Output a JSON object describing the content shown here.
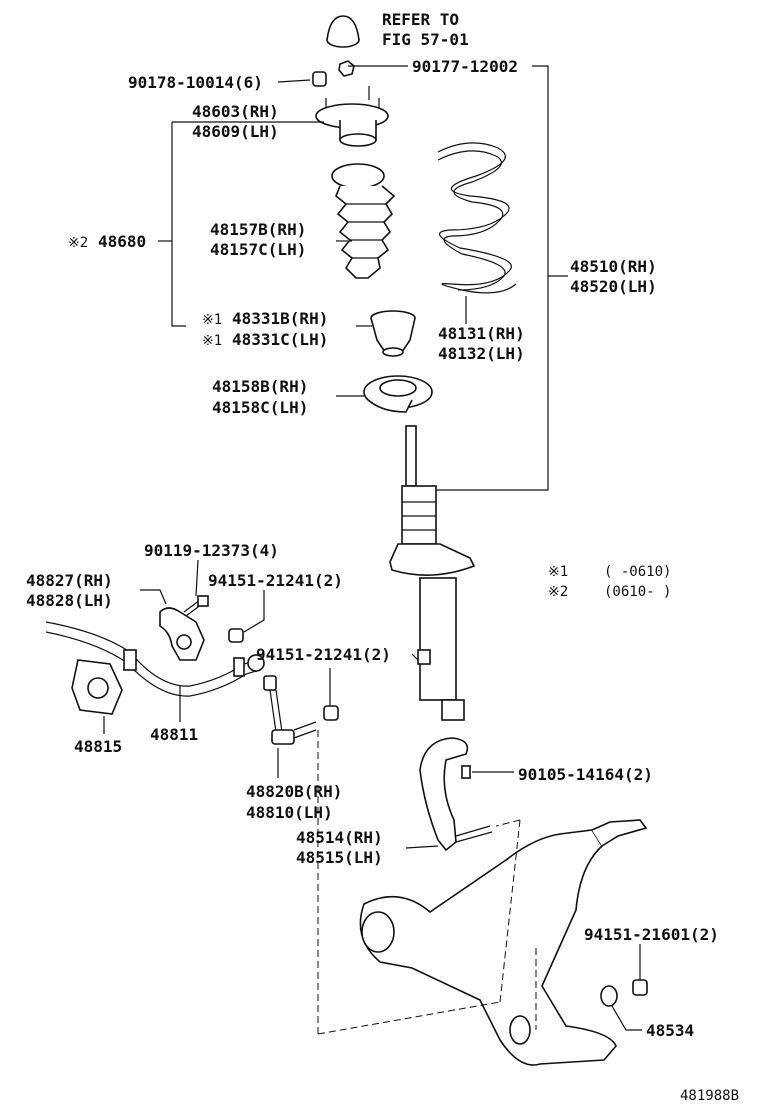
{
  "diagram": {
    "refer_line1": "REFER TO",
    "refer_line2": "FIG 57-01",
    "figure_code": "481988B",
    "notes": {
      "n1_mark": "※1",
      "n1_range": "(    -0610)",
      "n2_mark": "※2",
      "n2_range": "(0610-    )"
    },
    "labels": {
      "p90178": "90178-10014(6)",
      "p90177": "90177-12002",
      "p48603": "48603(RH)",
      "p48609": "48609(LH)",
      "p48680_mark": "※2",
      "p48680": "48680",
      "p48157b": "48157B(RH)",
      "p48157c": "48157C(LH)",
      "p48331b_mark": "※1",
      "p48331b": "48331B(RH)",
      "p48331c_mark": "※1",
      "p48331c": "48331C(LH)",
      "p48510": "48510(RH)",
      "p48520": "48520(LH)",
      "p48131": "48131(RH)",
      "p48132": "48132(LH)",
      "p48158b": "48158B(RH)",
      "p48158c": "48158C(LH)",
      "p90119": "90119-12373(4)",
      "p48827": "48827(RH)",
      "p48828": "48828(LH)",
      "p94151a": "94151-21241(2)",
      "p94151b": "94151-21241(2)",
      "p48815": "48815",
      "p48811": "48811",
      "p48820b": "48820B(RH)",
      "p48810": "48810(LH)",
      "p90105": "90105-14164(2)",
      "p48514": "48514(RH)",
      "p48515": "48515(LH)",
      "p94151c": "94151-21601(2)",
      "p48534": "48534"
    }
  }
}
